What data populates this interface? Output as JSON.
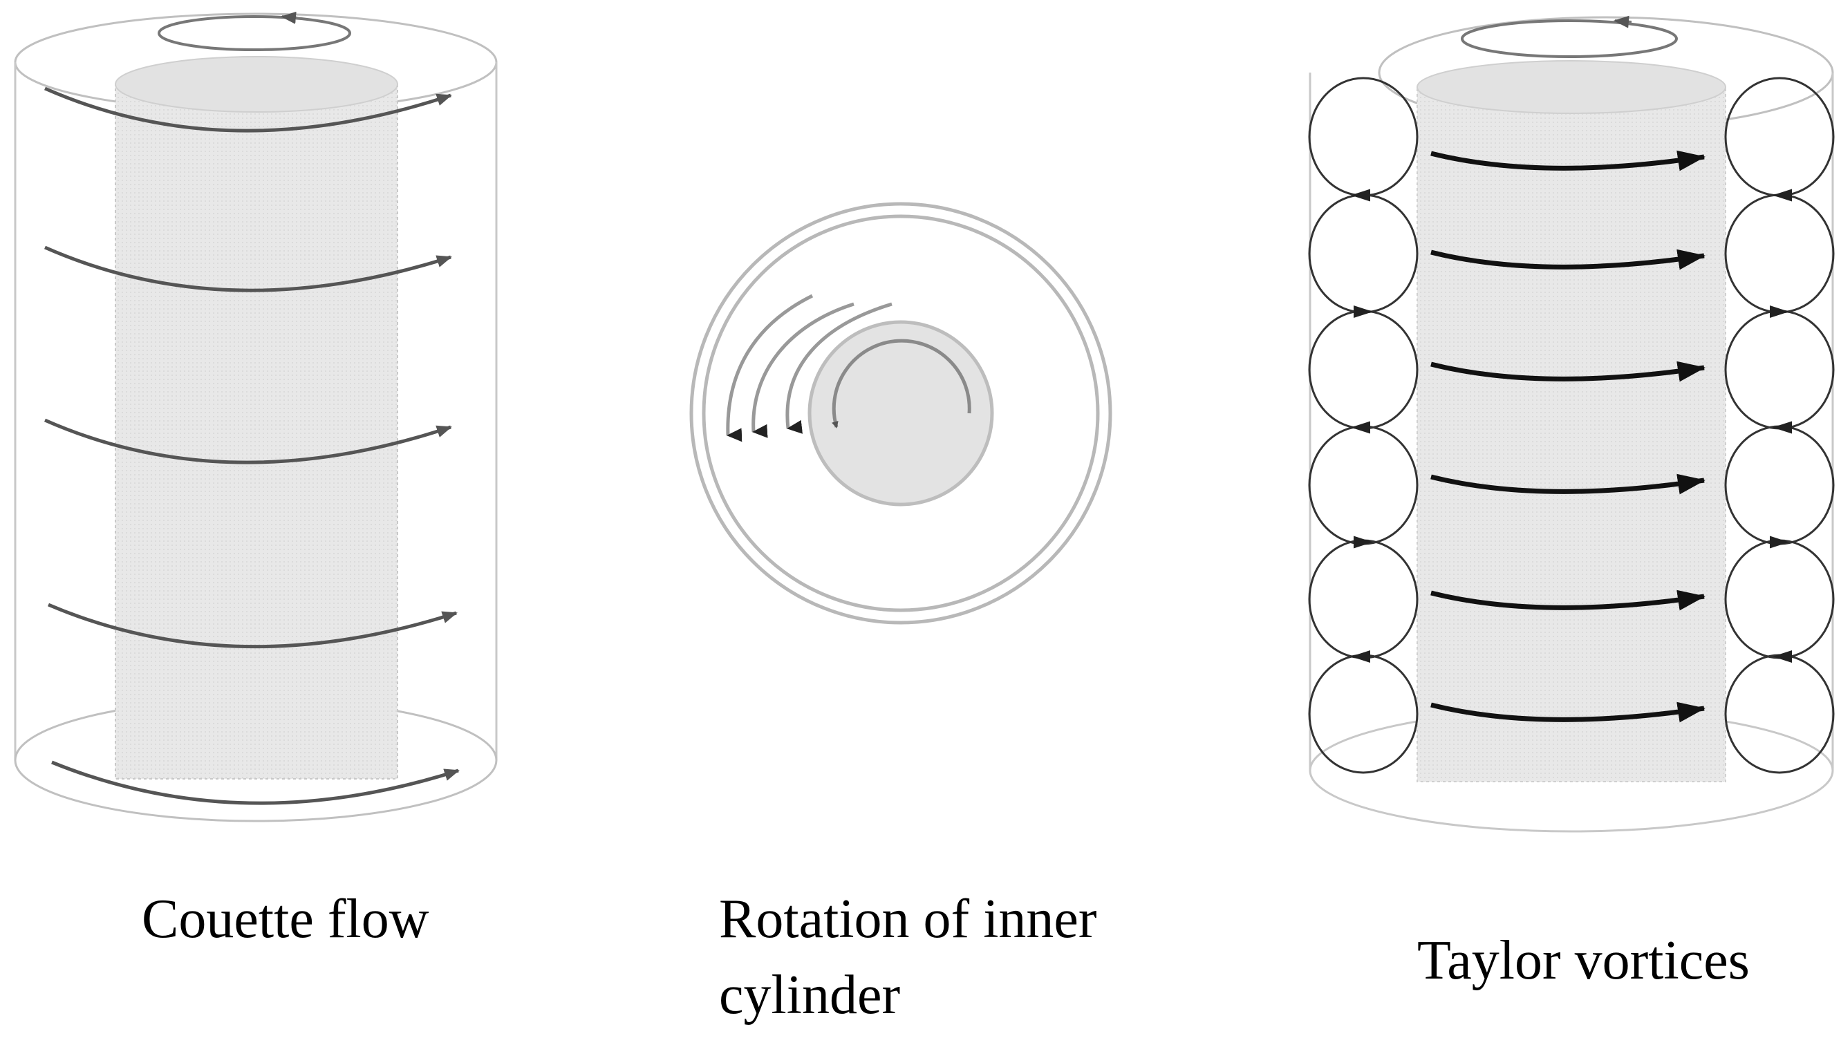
{
  "captions": {
    "couette": "Couette flow",
    "rotation_line1": "Rotation of inner",
    "rotation_line2": "cylinder",
    "taylor": "Taylor vortices"
  },
  "colors": {
    "cylinder_fill": "#e6e6e6",
    "outline": "#b4b4b4",
    "flow_arrow": "#555555",
    "vortex": "#333333",
    "bold_arrow": "#111111"
  },
  "icons": {
    "rotation_arrow": "curved-arrow-icon",
    "flow_arrow": "arrow-right-icon",
    "vortex": "circle-icon"
  }
}
